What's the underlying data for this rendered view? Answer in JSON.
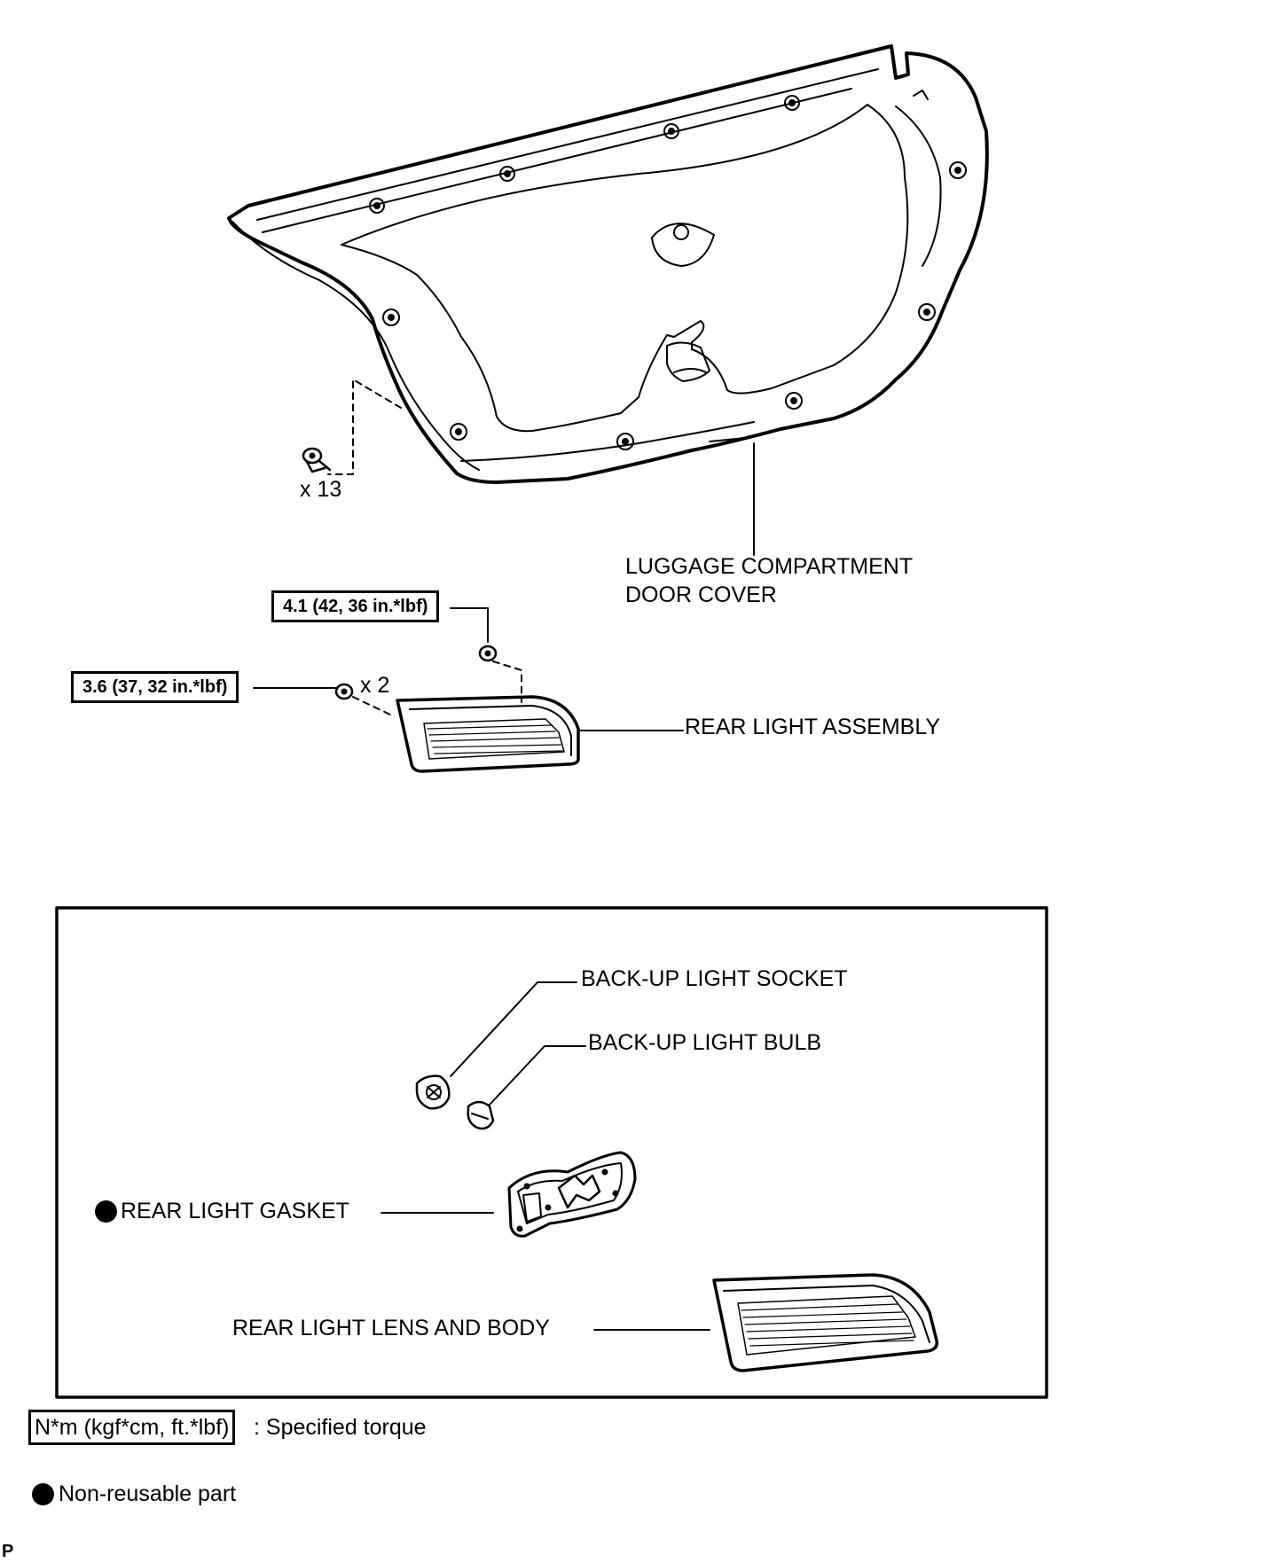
{
  "labels": {
    "luggage_cover_line1": "LUGGAGE COMPARTMENT",
    "luggage_cover_line2": "DOOR COVER",
    "clip_qty": "x 13",
    "nut_qty": "x 2",
    "rear_light_assembly": "REAR LIGHT ASSEMBLY",
    "backup_light_socket": "BACK-UP LIGHT SOCKET",
    "backup_light_bulb": "BACK-UP LIGHT BULB",
    "rear_light_gasket": "REAR LIGHT GASKET",
    "rear_light_lens_body": "REAR LIGHT LENS AND BODY"
  },
  "torques": {
    "upper_nut": "4.1 (42, 36 in.*lbf)",
    "side_nuts": "3.6 (37, 32 in.*lbf)"
  },
  "legend": {
    "torque_unit": "N*m (kgf*cm, ft.*lbf)",
    "torque_desc": ": Specified torque",
    "non_reusable": "Non-reusable part"
  },
  "corner_mark": "P"
}
